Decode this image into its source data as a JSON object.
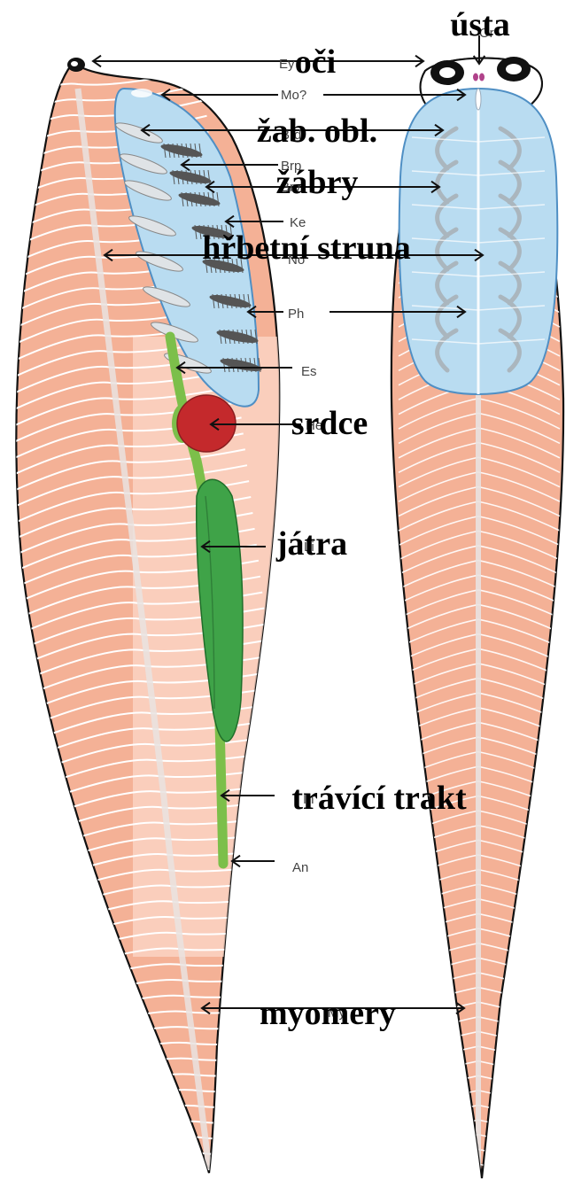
{
  "figure": {
    "labels_cz": {
      "eyes": "oči",
      "mouth": "ústa",
      "gill_pouch": "žab. obl.",
      "gills": "žábry",
      "notochord": "hřbetní struna",
      "heart": "srdce",
      "liver": "játra",
      "digestive_tract": "trávící trakt",
      "myomeres": "myomery"
    },
    "labels_abbrev": {
      "ey": "Ey",
      "mo": "Mo?",
      "brd": "Brd",
      "brp": "Brp",
      "brv": "Brv",
      "ke": "Ke",
      "no": "No",
      "ph": "Ph",
      "es": "Es",
      "he": "He",
      "li": "Li",
      "in": "In",
      "an": "An",
      "my": "My",
      "ora": "Or"
    },
    "colors": {
      "muscle": "#f4b196",
      "muscle_pale": "#fbd6c6",
      "pharynx": "#b9dcf1",
      "pharynx_edge": "#4f8fc4",
      "gut": "#7cbf4a",
      "liver": "#3fa348",
      "heart": "#c4292c",
      "mouth_dots": "#b0428a",
      "outline": "#111111"
    }
  }
}
